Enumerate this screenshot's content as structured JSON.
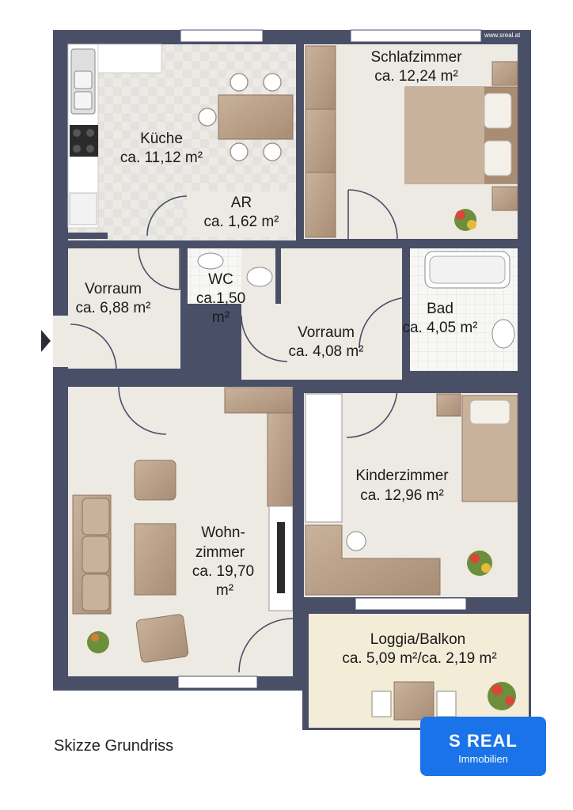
{
  "watermark": "www.sreal.at",
  "caption": "Skizze Grundriss",
  "logo": {
    "brand": "S REAL",
    "sub": "Immobilien"
  },
  "rooms": {
    "kueche": {
      "name": "Küche",
      "area": "ca. 11,12 m²"
    },
    "schlafzimmer": {
      "name": "Schlafzimmer",
      "area": "ca. 12,24 m²"
    },
    "ar": {
      "name": "AR",
      "area": "ca. 1,62 m²"
    },
    "wc": {
      "name": "WC",
      "area1": "ca.1,50",
      "area2": "m²"
    },
    "vorraum1": {
      "name": "Vorraum",
      "area": "ca. 6,88 m²"
    },
    "vorraum2": {
      "name": "Vorraum",
      "area": "ca. 4,08 m²"
    },
    "bad": {
      "name": "Bad",
      "area": "ca. 4,05 m²"
    },
    "kinderzimmer": {
      "name": "Kinderzimmer",
      "area": "ca. 12,96 m²"
    },
    "wohnzimmer": {
      "line1": "Wohn-",
      "line2": "zimmer",
      "line3": "ca. 19,70",
      "line4": "m²"
    },
    "loggia": {
      "name": "Loggia/Balkon",
      "area": "ca. 5,09 m²/ca. 2,19 m²"
    }
  },
  "colors": {
    "wall": "#4a4f68",
    "floor": "#edeae3",
    "kitchen_floor": "#e6e4df",
    "tile": "#f4f4f1",
    "loggia": "#f3ecd6",
    "wood": "#b89e85",
    "wood_dark": "#8f7460",
    "logo": "#1a73e8"
  }
}
